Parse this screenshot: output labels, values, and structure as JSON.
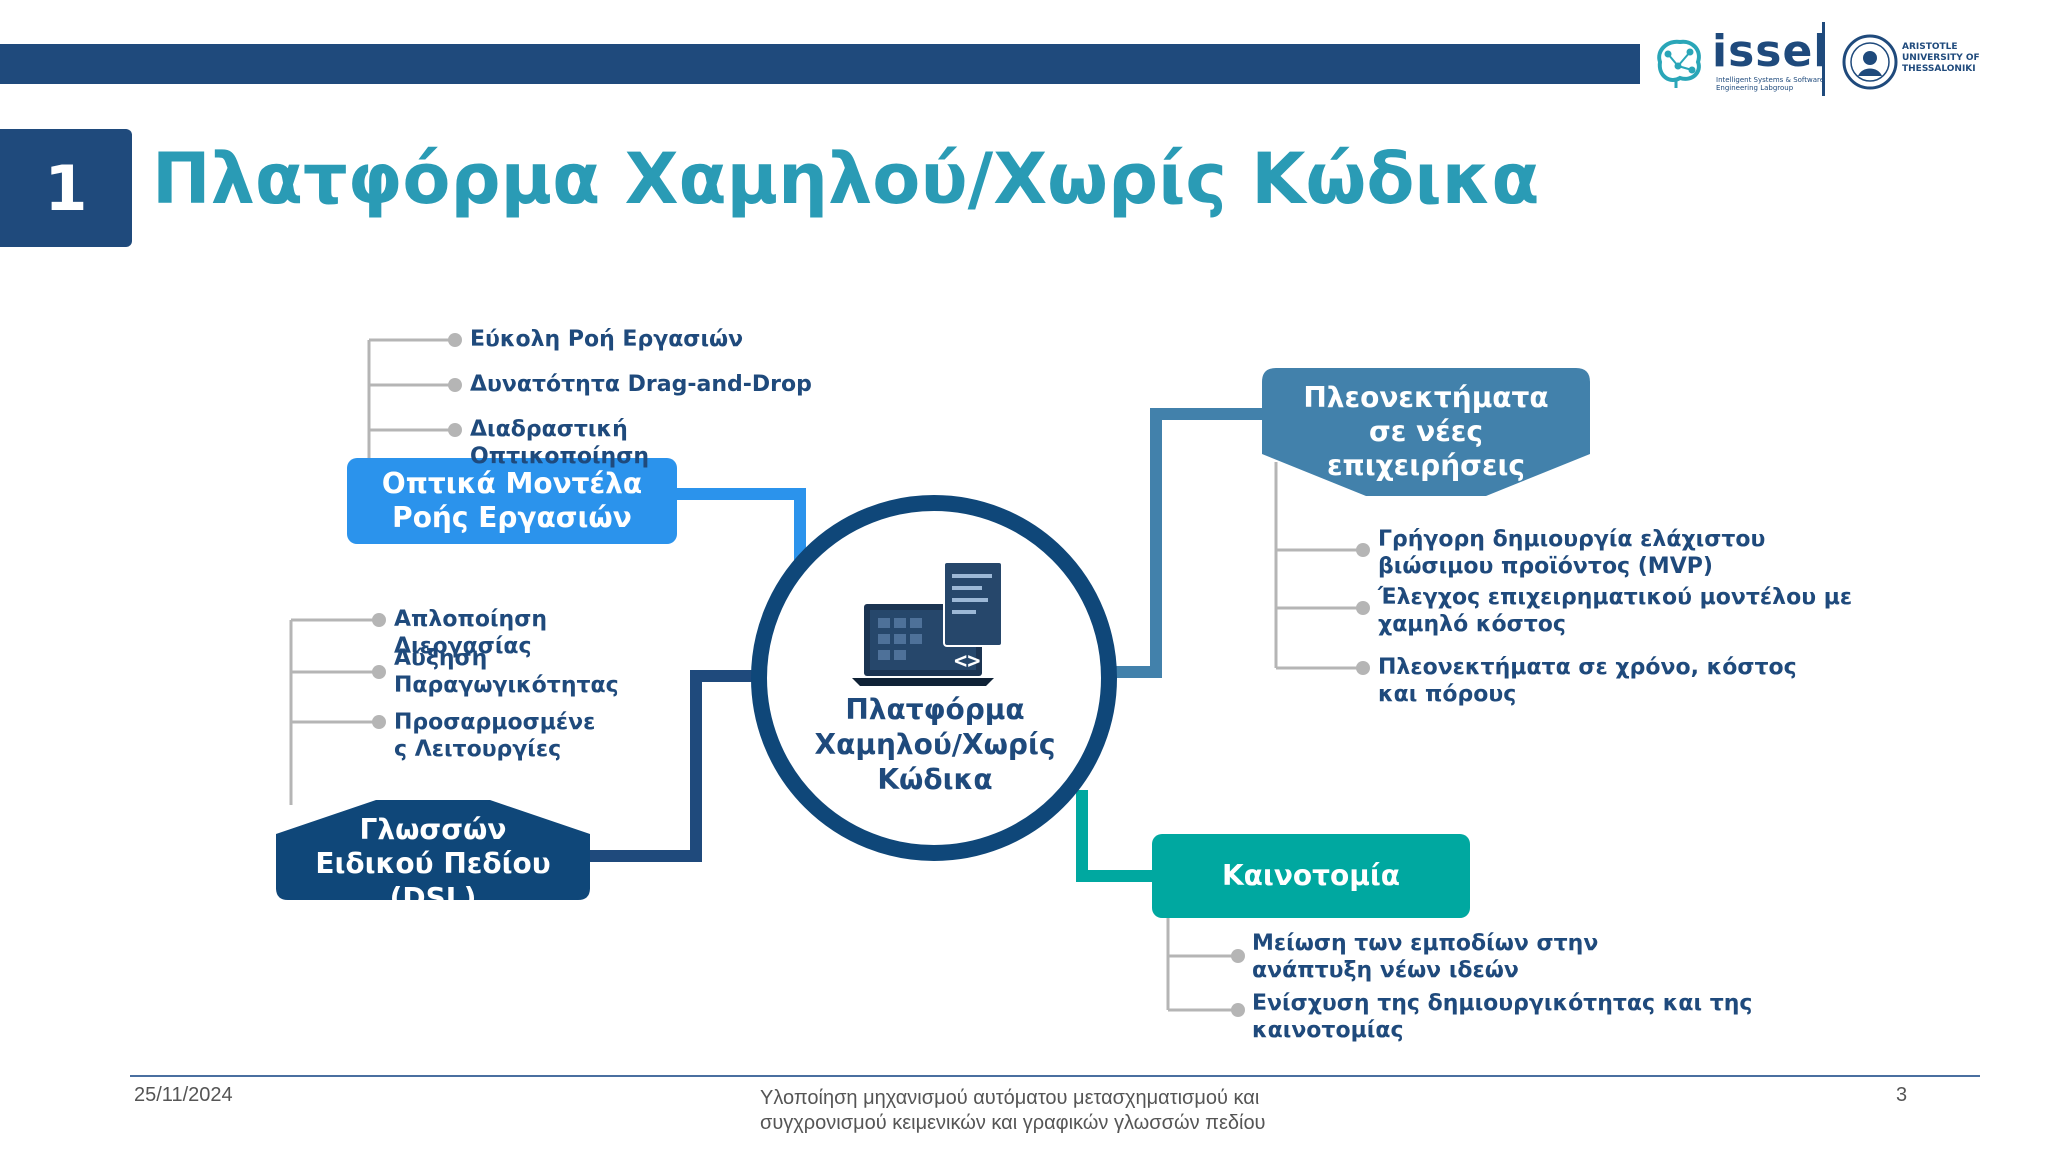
{
  "header": {
    "slide_number": "1",
    "title": "Πλατφόρμα Χαμηλού/Χωρίς Κώδικα"
  },
  "logos": {
    "issel_word": "issel",
    "issel_subtitle": "Intelligent Systems & Software Engineering Labgroup",
    "university_text": "ARISTOTLE UNIVERSITY OF THESSALONIKI"
  },
  "center": {
    "label": "Πλατφόρμα Χαμηλού/Χωρίς Κώδικα",
    "icon": "laptop-code-icon"
  },
  "branches": {
    "visual": {
      "label": "Οπτικά Μοντέλα Ροής Εργασιών",
      "color": "#2b93ec",
      "items": [
        "Εύκολη Ροή Εργασιών",
        "Δυνατότητα Drag-and-Drop",
        "Διαδραστική Οπτικοποίηση"
      ]
    },
    "dsl": {
      "label": "Γλωσσών Ειδικού Πεδίου (DSL)",
      "color": "#0f4779",
      "items": [
        "Απλοποίηση Διεργασίας",
        "Αύξηση Παραγωγικότητας",
        "Προσαρμοσμένε ς Λειτουργίες"
      ]
    },
    "advantages": {
      "label": "Πλεονεκτήματα σε νέες επιχειρήσεις",
      "color": "#4281ab",
      "items": [
        "Γρήγορη δημιουργία ελάχιστου βιώσιμου προϊόντος (MVP)",
        "Έλεγχος επιχειρηματικού μοντέλου με χαμηλό κόστος",
        "Πλεονεκτήματα σε χρόνο, κόστος και πόρους"
      ]
    },
    "innovation": {
      "label": "Καινοτομία",
      "color": "#00a8a0",
      "items": [
        "Μείωση των εμποδίων στην ανάπτυξη νέων ιδεών",
        "Ενίσχυση της δημιουργικότητας και της καινοτομίας"
      ]
    }
  },
  "footer": {
    "date": "25/11/2024",
    "caption": "Υλοποίηση μηχανισμού αυτόματου μετασχηματισμού και συγχρονισμού κειμενικών και γραφικών γλωσσών πεδίου",
    "page": "3"
  }
}
